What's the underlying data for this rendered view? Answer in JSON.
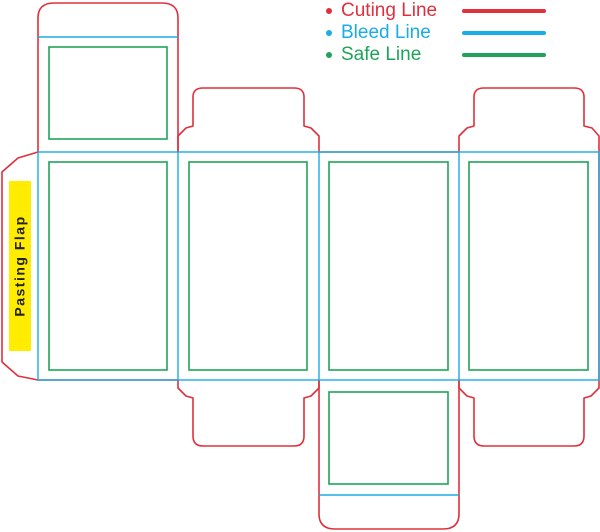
{
  "colors": {
    "cutting": "#e0303c",
    "bleed": "#1aace6",
    "safe": "#1fa35a",
    "flap_fill": "#ffec00",
    "flap_text": "#222222"
  },
  "legend": {
    "items": [
      {
        "label": "Cuting Line",
        "color_key": "cutting"
      },
      {
        "label": "Bleed Line",
        "color_key": "bleed"
      },
      {
        "label": "Safe Line",
        "color_key": "safe"
      }
    ]
  },
  "pasting_flap": {
    "label": "Pasting Flap"
  }
}
